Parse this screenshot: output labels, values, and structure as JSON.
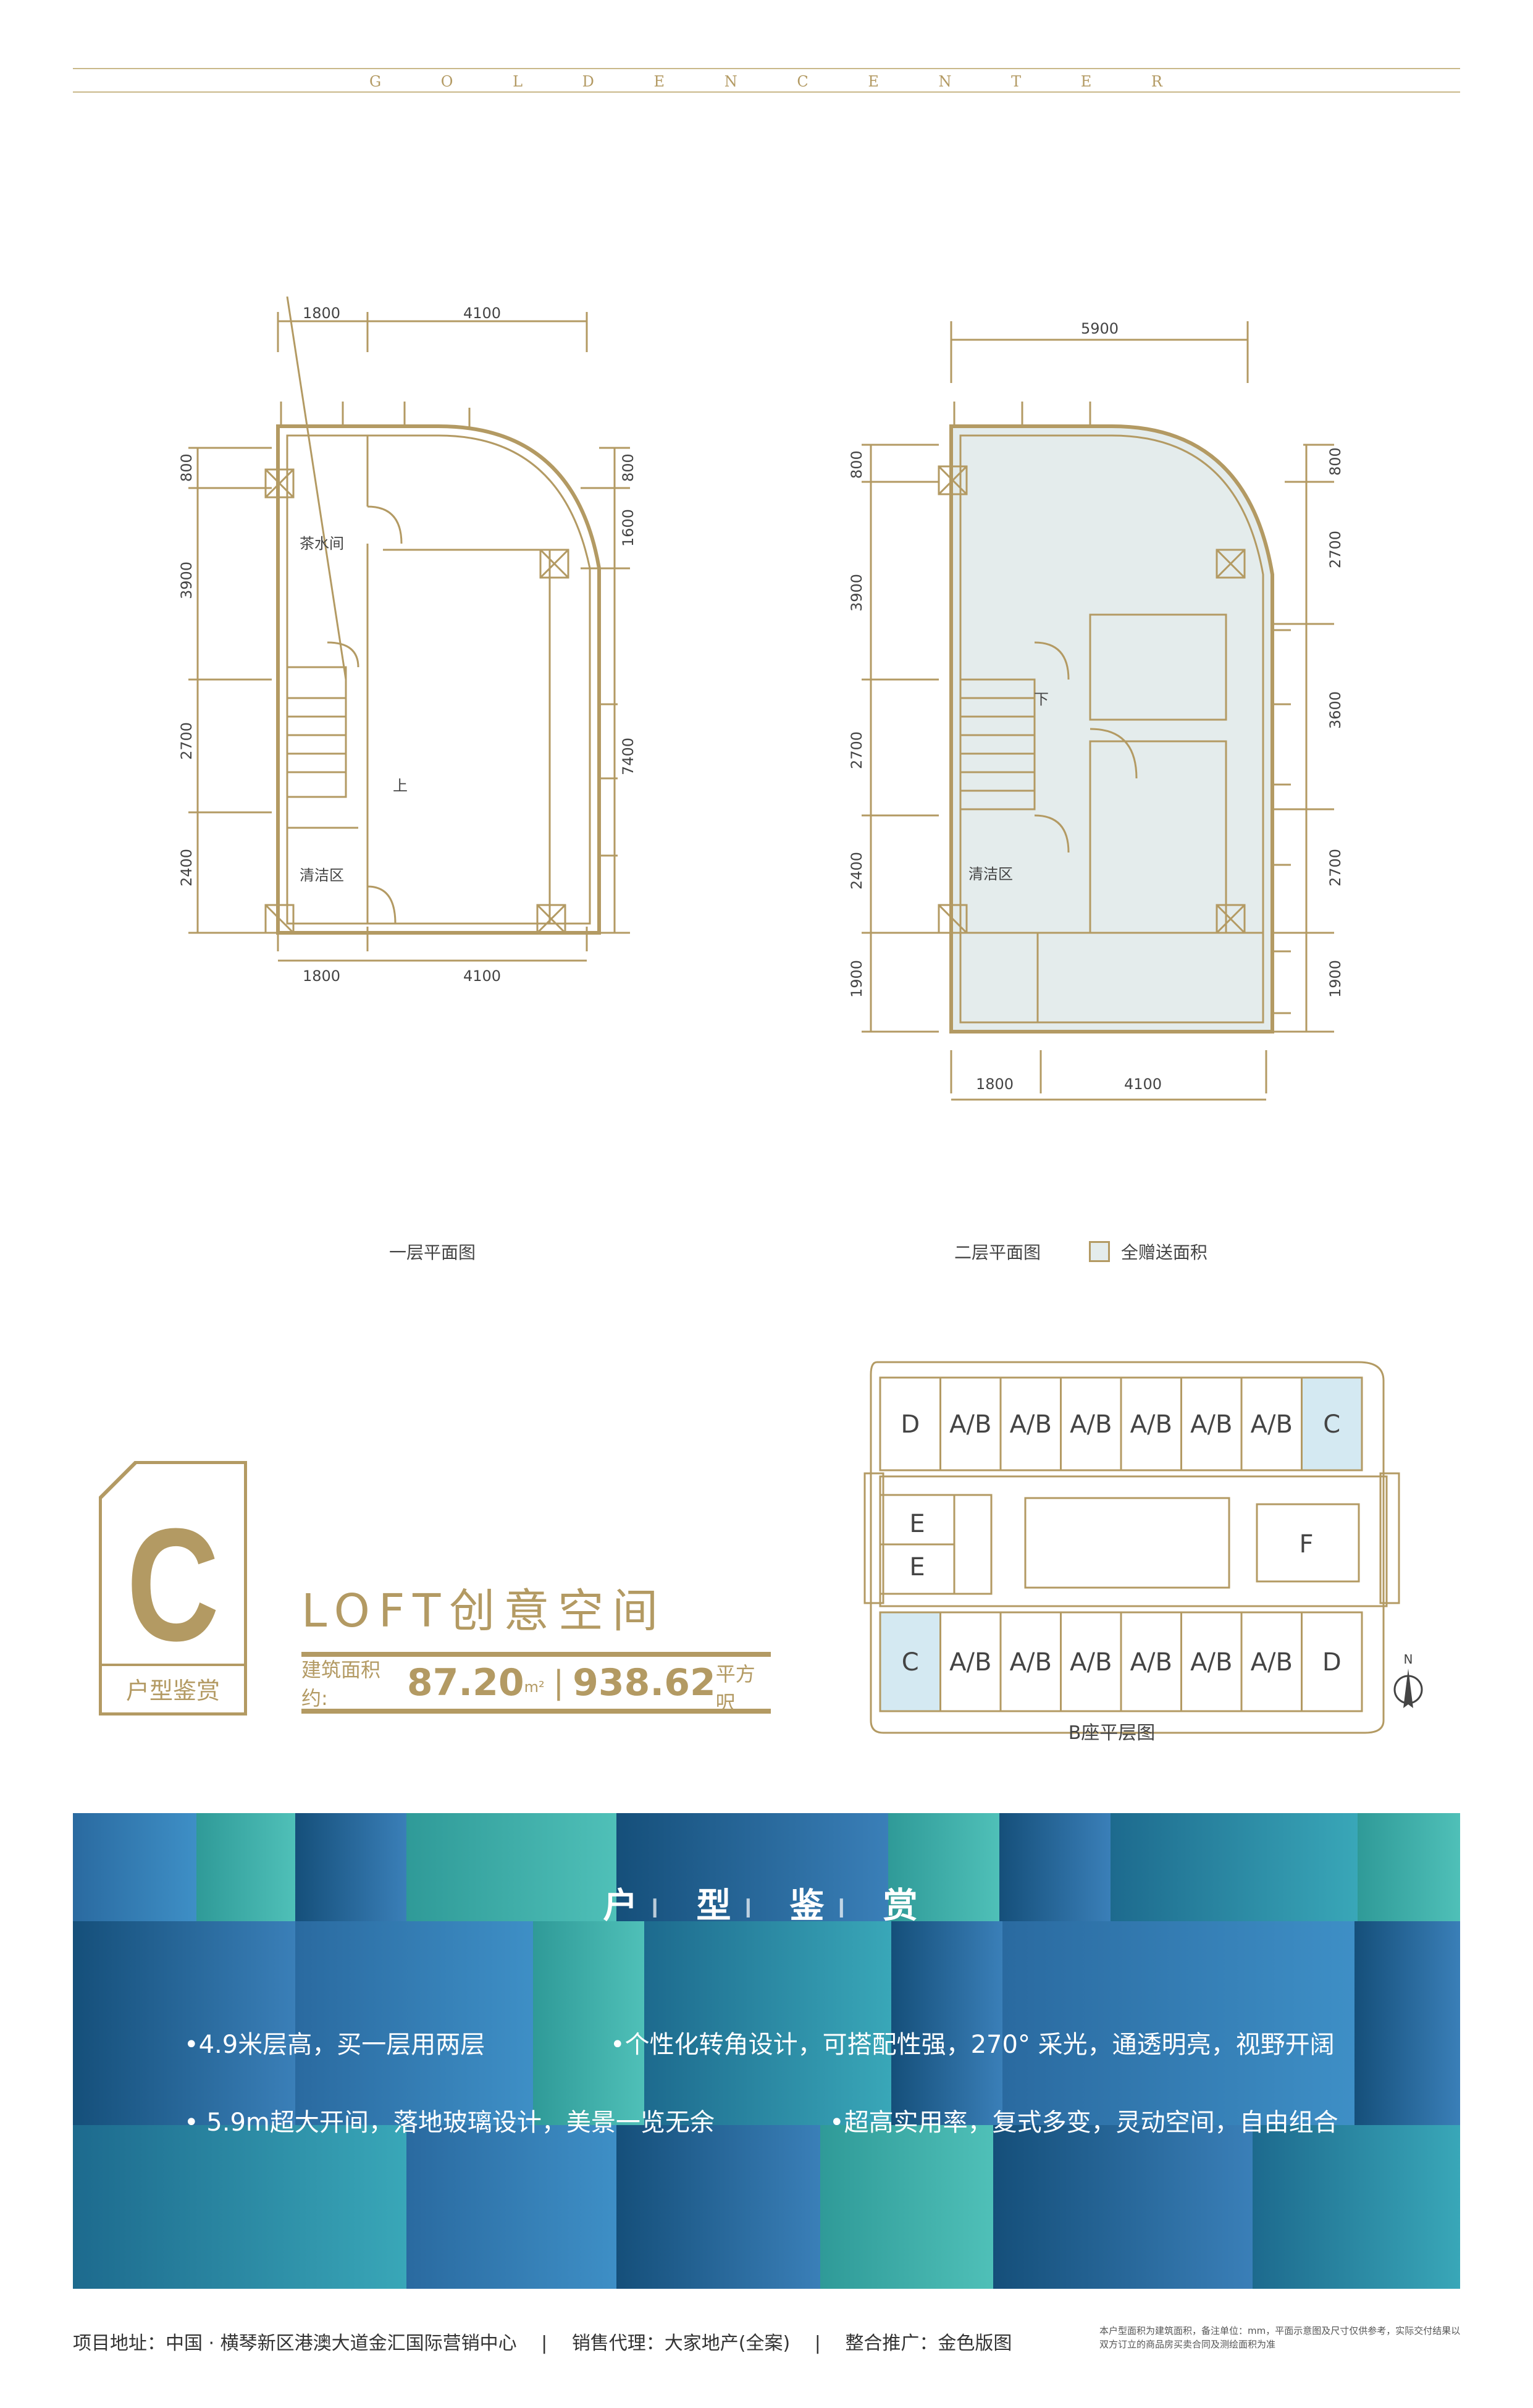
{
  "header": {
    "brand_letters": [
      "G",
      "O",
      "L",
      "D",
      "E",
      "N",
      "C",
      "E",
      "N",
      "T",
      "E",
      "R"
    ]
  },
  "plans": {
    "first_floor_caption": "一层平面图",
    "second_floor_caption": "二层平面图",
    "legend_label": "全赠送面积",
    "first": {
      "top_dims": [
        "1800",
        "4100"
      ],
      "bottom_dims": [
        "1800",
        "4100"
      ],
      "left_dims": [
        "800",
        "3900",
        "2700",
        "2400"
      ],
      "right_dims": [
        "800",
        "1600",
        "7400"
      ],
      "rooms": [
        "茶水间",
        "清洁区"
      ],
      "stair_label": "上"
    },
    "second": {
      "top_dims": [
        "5900"
      ],
      "bottom_dims": [
        "1800",
        "4100"
      ],
      "left_dims": [
        "800",
        "3900",
        "2700",
        "2400",
        "1900"
      ],
      "right_dims": [
        "800",
        "2700",
        "3600",
        "2700",
        "1900"
      ],
      "rooms": [
        "清洁区"
      ],
      "stair_label": "下"
    },
    "accent_fill": "#e4ecec",
    "line_color": "#b39a63"
  },
  "unit": {
    "letter": "C",
    "badge_label": "户型鉴赏",
    "title": "LOFT创意空间",
    "area_label": "建筑面积约:",
    "area_sqm": "87.20",
    "area_unit_sqm": "m²",
    "divider": "|",
    "area_sqft": "938.62",
    "area_unit_sqft": "平方呎"
  },
  "building_plan": {
    "caption": "B座平层图",
    "north_label": "N",
    "top_row": [
      "D",
      "A/B",
      "A/B",
      "A/B",
      "A/B",
      "A/B",
      "A/B",
      "C"
    ],
    "bottom_row": [
      "C",
      "A/B",
      "A/B",
      "A/B",
      "A/B",
      "A/B",
      "A/B",
      "D"
    ],
    "middle_left": [
      "E",
      "E"
    ],
    "middle_right": "F",
    "highlight_color": "#d4e9f2"
  },
  "banner": {
    "title_chars": [
      "户",
      "型",
      "鉴",
      "赏"
    ],
    "features": [
      "•4.9米层高，买一层用两层",
      "•个性化转角设计，可搭配性强，270° 采光，通透明亮，视野开阔",
      "• 5.9m超大开间，落地玻璃设计，美景一览无余",
      "•超高实用率，复式多变，灵动空间，自由组合"
    ]
  },
  "footer": {
    "address": "项目地址：中国 · 横琴新区港澳大道金汇国际营销中心",
    "sep1": "|",
    "agent": "销售代理：大家地产(全案)",
    "sep2": "|",
    "promo": "整合推广：金色版图",
    "note": "本户型面积为建筑面积，备注单位：mm，平面示意图及尺寸仅供参考，实际交付结果以双方订立的商品房买卖合同及测绘面积为准"
  }
}
